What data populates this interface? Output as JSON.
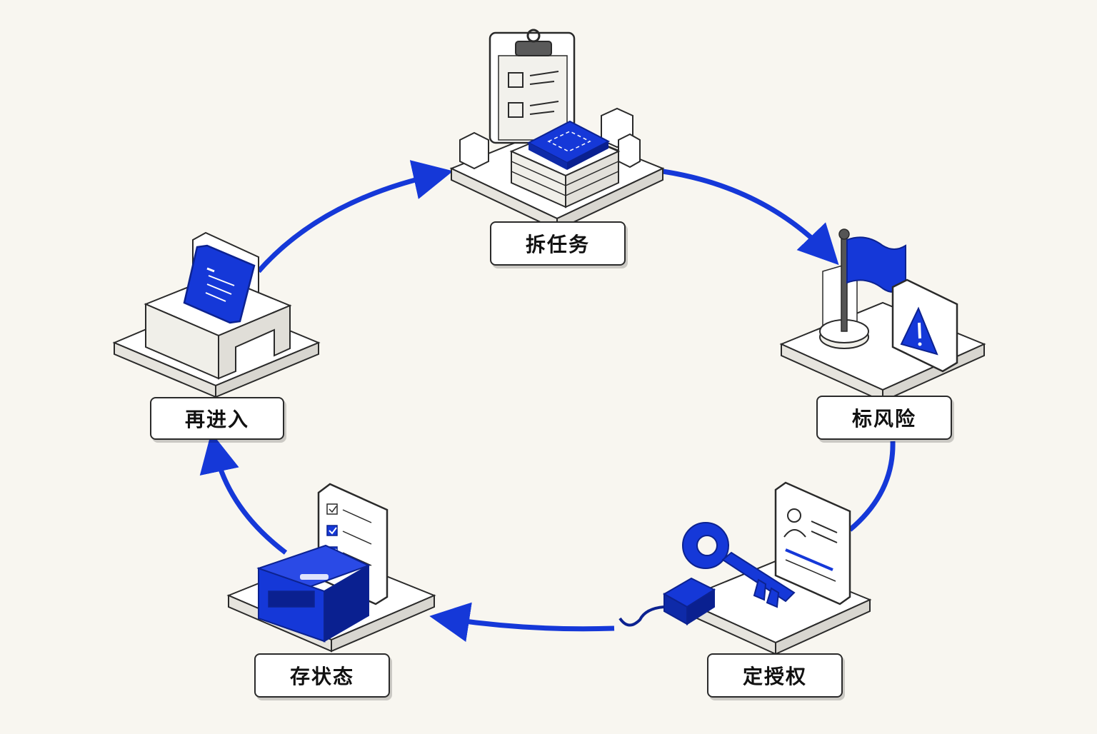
{
  "steps": {
    "decompose": {
      "label": "拆任务",
      "icon": "clipboard-task-icon"
    },
    "risk": {
      "label": "标风险",
      "icon": "flag-warning-icon"
    },
    "authorize": {
      "label": "定授权",
      "icon": "key-id-card-icon"
    },
    "save": {
      "label": "存状态",
      "icon": "storage-box-checklist-icon"
    },
    "reenter": {
      "label": "再进入",
      "icon": "tablet-dock-icon"
    }
  },
  "colors": {
    "accent": "#1538d8",
    "outline": "#2a2a2a",
    "panel": "#ffffff",
    "background": "#f8f6f0"
  }
}
